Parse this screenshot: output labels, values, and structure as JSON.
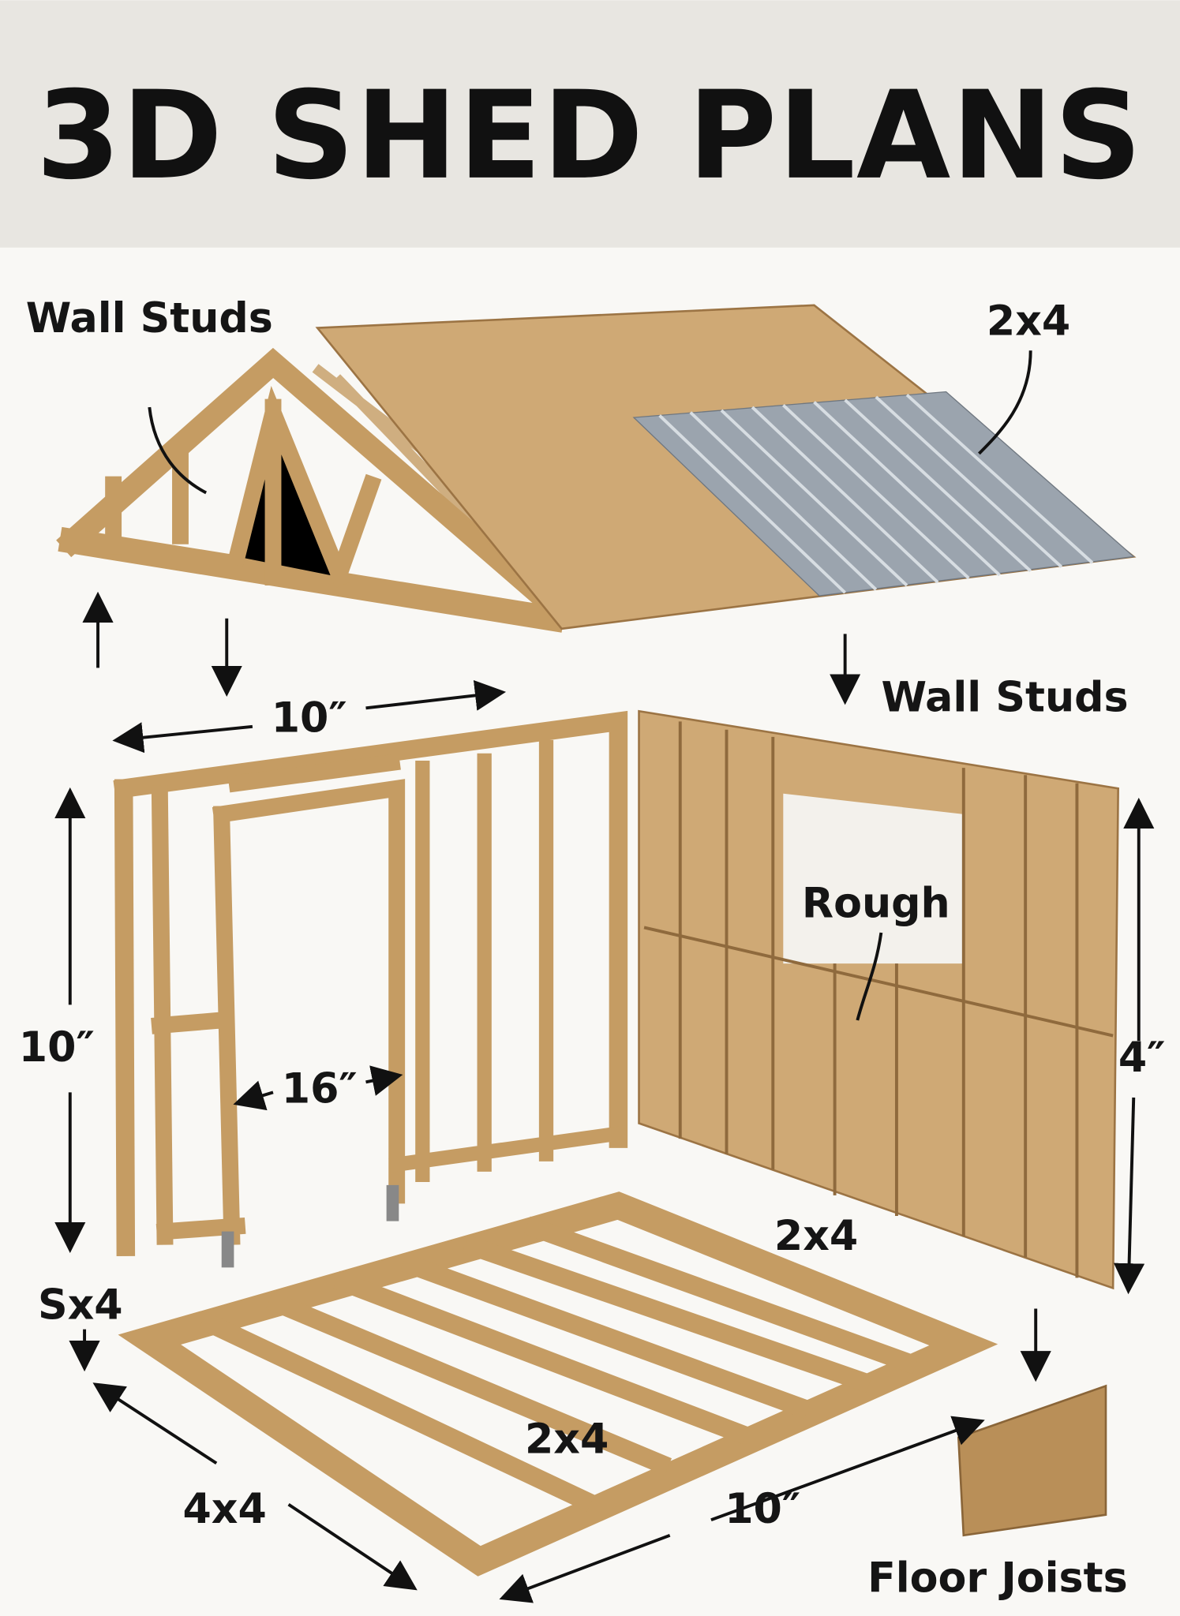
{
  "title": "3D SHED PLANS",
  "labels": {
    "truss_wall_studs": "Wall Studs",
    "roof_2x4": "2x4",
    "right_wall_studs": "Wall Studs",
    "top_width": "10″",
    "left_height": "10″",
    "stud_spacing": "16″",
    "rough": "Rough",
    "right_height": "4″",
    "wall_bottom_2x4": "2x4",
    "sx4": "Sx4",
    "floor_2x4": "2x4",
    "floor_4x4": "4x4",
    "floor_width": "10″",
    "floor_joists": "Floor Joists"
  },
  "colors": {
    "header_bg": "#e8e6e1",
    "wood": "#cfa975",
    "metal": "#9ba4ae"
  }
}
